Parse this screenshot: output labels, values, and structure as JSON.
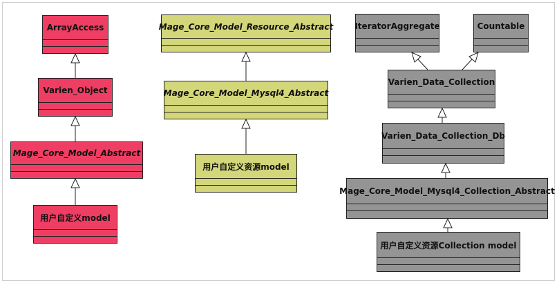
{
  "colors": {
    "red": "#ef3e63",
    "olive": "#d3d77a",
    "gray": "#949494"
  },
  "classes": {
    "array_access": "ArrayAccess",
    "varien_object": "Varien_Object",
    "mage_core_model_abstract": "Mage_Core_Model_Abstract",
    "custom_model": "用户自定义model",
    "resource_abstract": "Mage_Core_Model_Resource_Abstract",
    "mysql4_abstract": "Mage_Core_Model_Mysql4_Abstract",
    "custom_resource_model": "用户自定义资源model",
    "iterator_aggregate": "IteratorAggregate",
    "countable": "Countable",
    "varien_data_collection": "Varien_Data_Collection",
    "varien_data_collection_db": "Varien_Data_Collection_Db",
    "mysql4_collection_abstract": "Mage_Core_Model_Mysql4_Collection_Abstract",
    "custom_collection_model": "用户自定义资源Collection model"
  }
}
